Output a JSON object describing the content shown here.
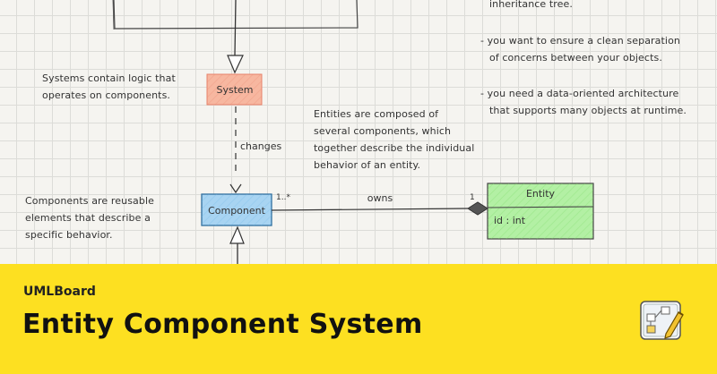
{
  "diagram": {
    "notes": {
      "right_tail": [
        "inheritance tree."
      ],
      "bullet_separation": [
        "- you want to ensure a clean separation",
        "of concerns between your objects."
      ],
      "bullet_data_oriented": [
        "- you need a data-oriented architecture",
        "that supports many objects at runtime."
      ],
      "systems": [
        "Systems contain logic that",
        "operates on components."
      ],
      "entities": [
        "Entities are composed of",
        "several components, which",
        "together describe the individual",
        "behavior of an entity."
      ],
      "components": [
        "Components are reusable",
        "elements that describe a",
        "specific behavior."
      ]
    },
    "nodes": {
      "system": {
        "label": "System",
        "fill": "#f7b7a0"
      },
      "component": {
        "label": "Component",
        "fill": "#a8d4f2"
      },
      "entity": {
        "label": "Entity",
        "attribute": "id : int",
        "fill": "#b3f0a4"
      }
    },
    "edges": {
      "changes": "changes",
      "owns": "owns",
      "component_mult": "1..*",
      "entity_mult": "1"
    }
  },
  "banner": {
    "brand": "UMLBoard",
    "title": "Entity Component System",
    "background": "#fde021"
  }
}
